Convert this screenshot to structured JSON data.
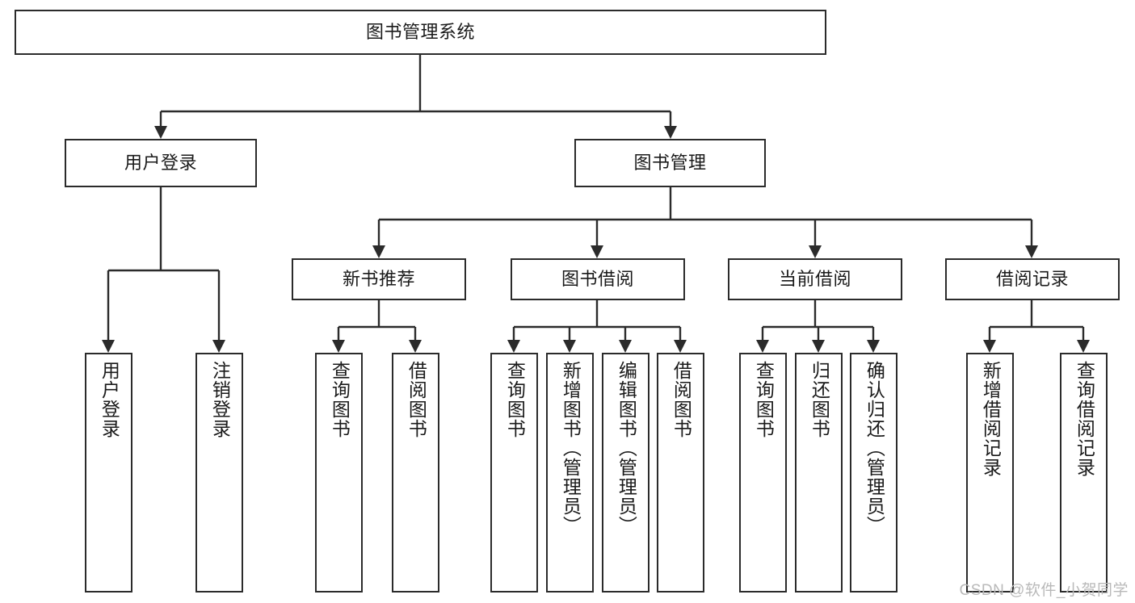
{
  "diagram": {
    "title": "图书管理系统",
    "type": "tree",
    "watermark": "CSDN @软件_小贺同学",
    "colors": {
      "box_border": "#2b2b2b",
      "box_fill": "#ffffff",
      "connector": "#2b2b2b",
      "text": "#1a1a1a",
      "watermark": "#b9b9b9",
      "background": "#ffffff"
    },
    "root": {
      "label": "图书管理系统"
    },
    "level2": [
      {
        "label": "用户登录"
      },
      {
        "label": "图书管理"
      }
    ],
    "level3": [
      {
        "label": "新书推荐"
      },
      {
        "label": "图书借阅"
      },
      {
        "label": "当前借阅"
      },
      {
        "label": "借阅记录"
      }
    ],
    "leaves": {
      "user_login": [
        {
          "label": "用户登录"
        },
        {
          "label": "注销登录"
        }
      ],
      "new_book_recommend": [
        {
          "label": "查询图书"
        },
        {
          "label": "借阅图书"
        }
      ],
      "book_borrow": [
        {
          "label": "查询图书"
        },
        {
          "label": "新增图书（管理员）"
        },
        {
          "label": "编辑图书（管理员）"
        },
        {
          "label": "借阅图书"
        }
      ],
      "current_borrow": [
        {
          "label": "查询图书"
        },
        {
          "label": "归还图书"
        },
        {
          "label": "确认归还（管理员）"
        }
      ],
      "borrow_records": [
        {
          "label": "新增借阅记录"
        },
        {
          "label": "查询借阅记录"
        }
      ]
    }
  }
}
